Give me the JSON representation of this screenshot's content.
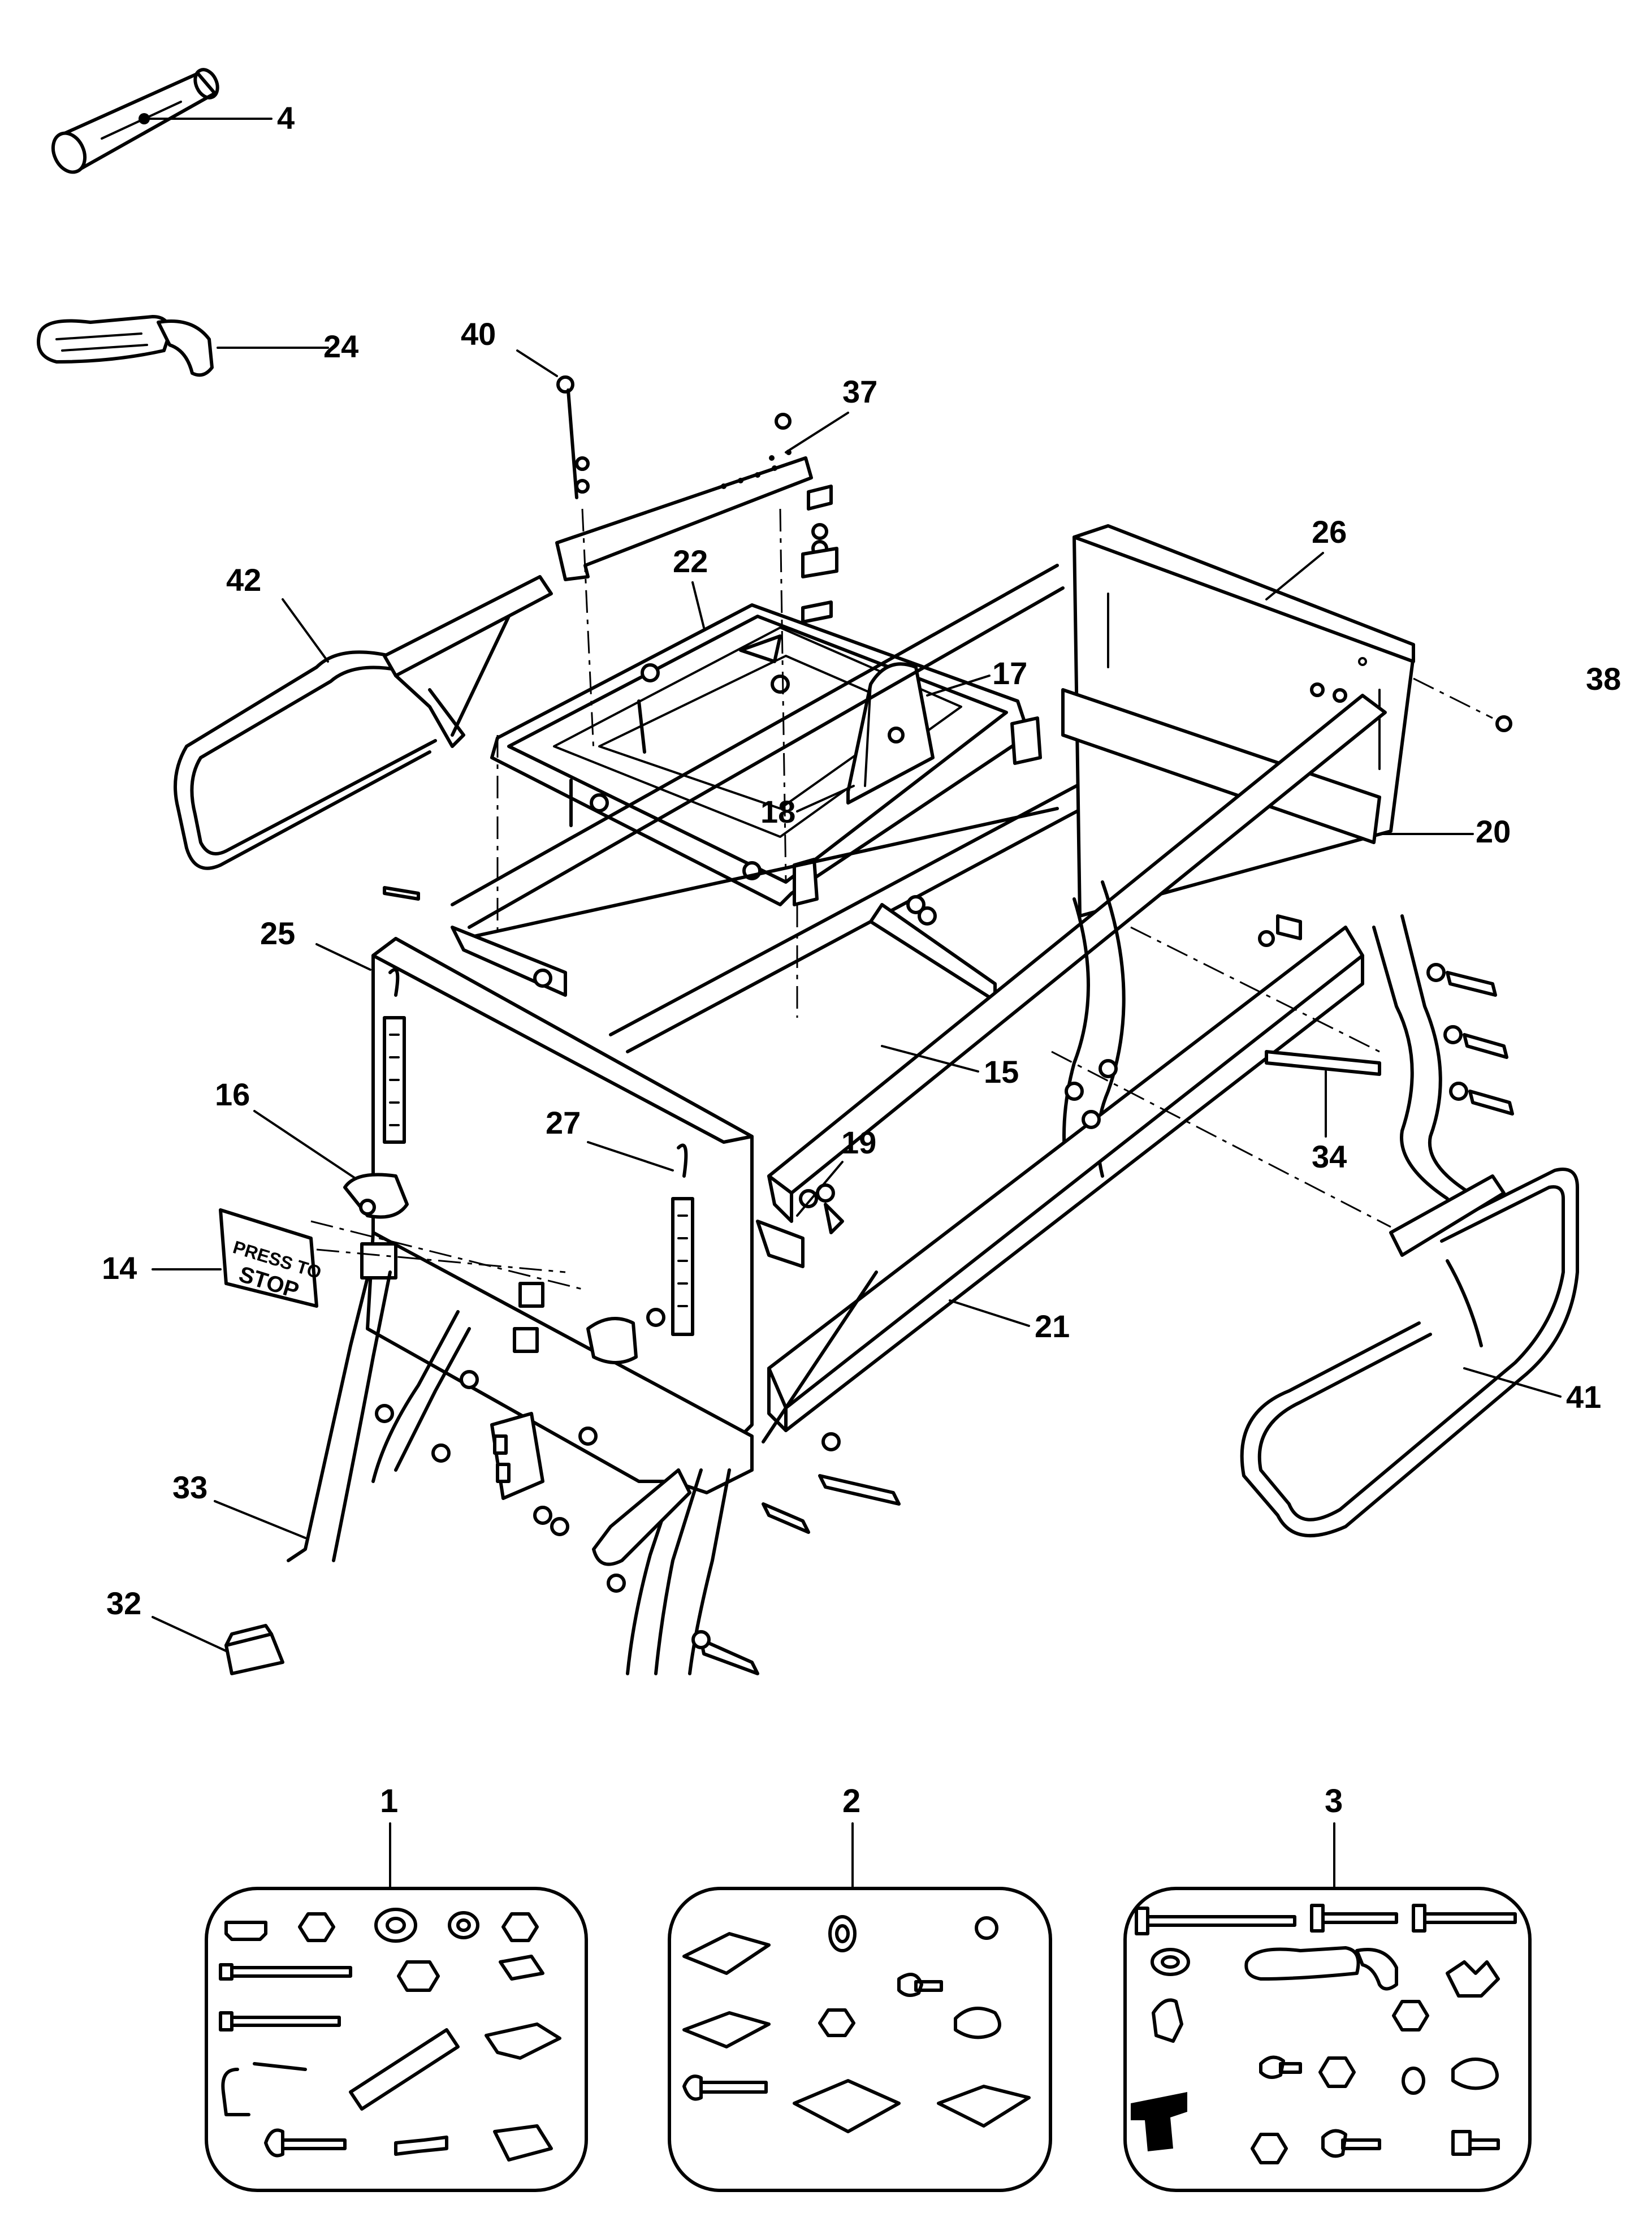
{
  "callouts": {
    "c4": "4",
    "c24": "24",
    "c40": "40",
    "c37": "37",
    "c26": "26",
    "c42": "42",
    "c22": "22",
    "c17": "17",
    "c38": "38",
    "c18": "18",
    "c20": "20",
    "c25": "25",
    "c16": "16",
    "c27": "27",
    "c15": "15",
    "c19": "19",
    "c34": "34",
    "c14": "14",
    "c21": "21",
    "c41": "41",
    "c33": "33",
    "c32": "32"
  },
  "kits": {
    "k1": "1",
    "k2": "2",
    "k3": "3"
  },
  "label_stop": {
    "line1": "PRESS TO",
    "line2": "STOP"
  }
}
